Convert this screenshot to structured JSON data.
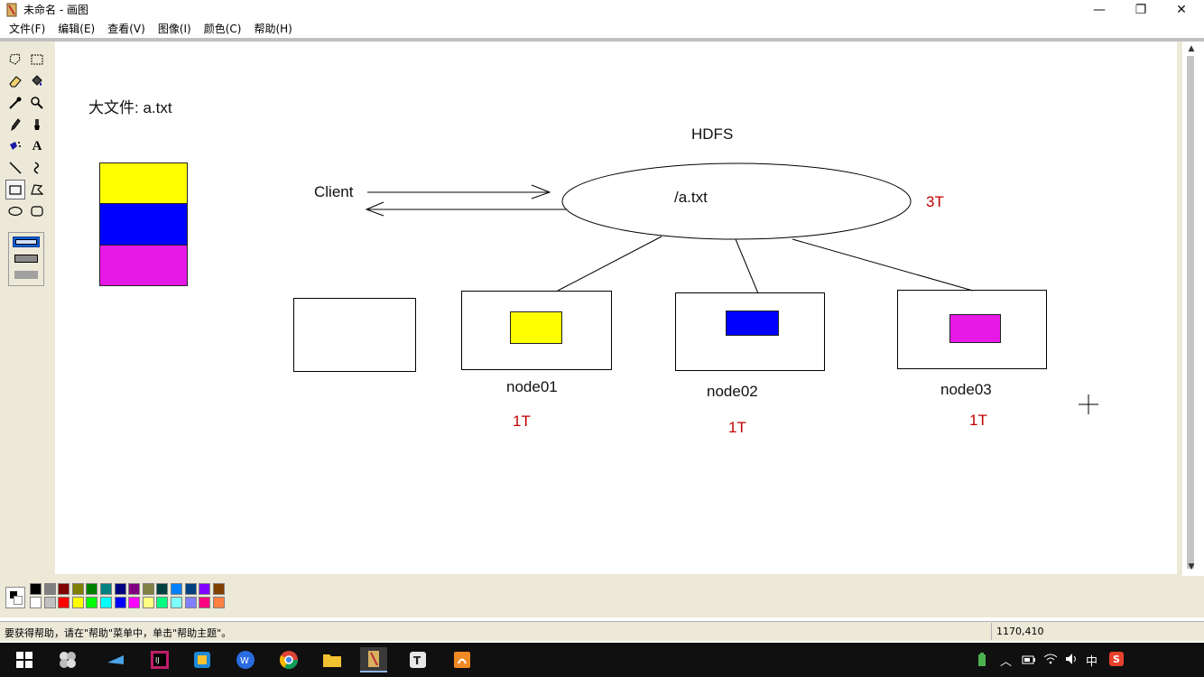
{
  "window": {
    "title": "未命名 - 画图",
    "minimize_glyph": "—",
    "maximize_glyph": "❐",
    "close_glyph": "✕"
  },
  "menu": [
    {
      "label": "文件(F)"
    },
    {
      "label": "编辑(E)"
    },
    {
      "label": "查看(V)"
    },
    {
      "label": "图像(I)"
    },
    {
      "label": "颜色(C)"
    },
    {
      "label": "帮助(H)"
    }
  ],
  "toolbox": {
    "tools": [
      {
        "name": "free-select-icon",
        "glyph": "⛶"
      },
      {
        "name": "select-icon",
        "glyph": "⬚"
      },
      {
        "name": "eraser-icon",
        "glyph": "⌫"
      },
      {
        "name": "fill-bucket-icon",
        "glyph": "🪣"
      },
      {
        "name": "pick-color-icon",
        "glyph": "✒"
      },
      {
        "name": "magnifier-icon",
        "glyph": "🔍"
      },
      {
        "name": "pencil-icon",
        "glyph": "✏"
      },
      {
        "name": "brush-icon",
        "glyph": "🖌"
      },
      {
        "name": "airbrush-icon",
        "glyph": "✱"
      },
      {
        "name": "text-icon",
        "glyph": "A"
      },
      {
        "name": "line-icon",
        "glyph": "╲"
      },
      {
        "name": "curve-icon",
        "glyph": "∫"
      },
      {
        "name": "rectangle-icon",
        "glyph": "▭"
      },
      {
        "name": "polygon-icon",
        "glyph": "⏢"
      },
      {
        "name": "ellipse-icon",
        "glyph": "⬭"
      },
      {
        "name": "rounded-rectangle-icon",
        "glyph": "▢"
      }
    ],
    "selected_tool": "rectangle-icon"
  },
  "canvas": {
    "big_file_label": "大文件: a.txt",
    "hdfs_label": "HDFS",
    "client_label": "Client",
    "file_path_label": "/a.txt",
    "total_size_label": "3T",
    "nodes": [
      {
        "name": "node01",
        "size": "1T",
        "block_color": "#ffff00"
      },
      {
        "name": "node02",
        "size": "1T",
        "block_color": "#0000ff"
      },
      {
        "name": "node03",
        "size": "1T",
        "block_color": "#e619e6"
      }
    ],
    "file_blocks": [
      "#ffff00",
      "#0000ff",
      "#e619e6"
    ]
  },
  "palette": {
    "top_row": [
      "#000000",
      "#808080",
      "#800000",
      "#808000",
      "#008000",
      "#008080",
      "#000080",
      "#800080",
      "#808040",
      "#004040",
      "#0080ff",
      "#004080",
      "#8000ff",
      "#804000"
    ],
    "bottom_row": [
      "#ffffff",
      "#c0c0c0",
      "#ff0000",
      "#ffff00",
      "#00ff00",
      "#00ffff",
      "#0000ff",
      "#ff00ff",
      "#ffff80",
      "#00ff80",
      "#80ffff",
      "#8080ff",
      "#ff0080",
      "#ff8040"
    ]
  },
  "status": {
    "help_text": "要获得帮助，请在\"帮助\"菜单中，单击\"帮助主题\"。",
    "coords": "1170,410"
  },
  "taskbar": {
    "tray_ime": "中"
  }
}
